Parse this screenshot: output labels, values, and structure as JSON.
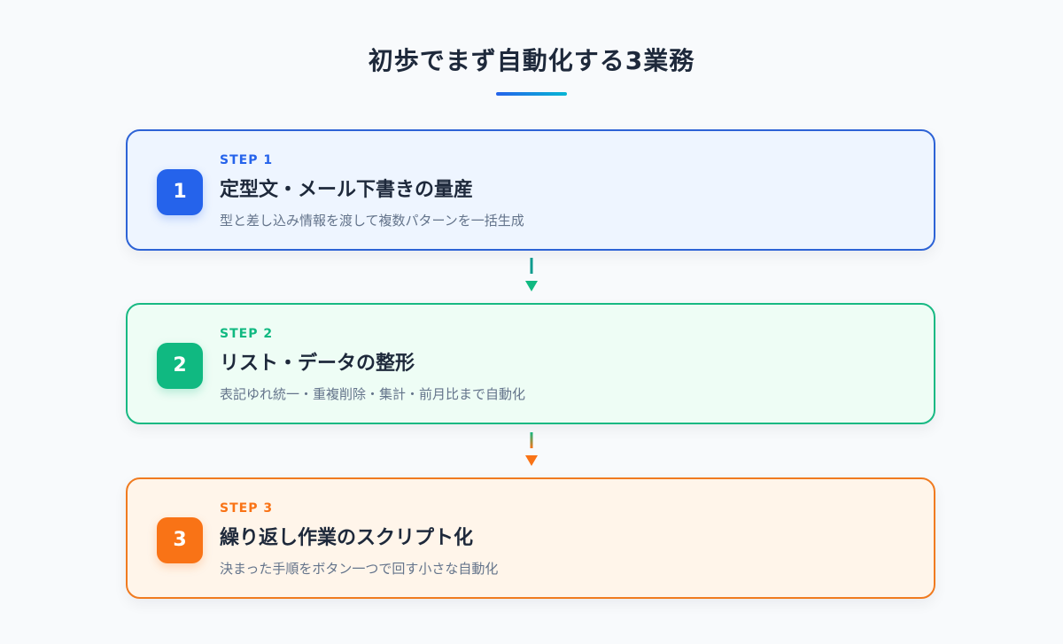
{
  "page": {
    "title": "初歩でまず自動化する3業務"
  },
  "steps": [
    {
      "label": "STEP 1",
      "number": "1",
      "title": "定型文・メール下書きの量産",
      "description": "型と差し込み情報を渡して複数パターンを一括生成",
      "accent_color": "#2563eb"
    },
    {
      "label": "STEP 2",
      "number": "2",
      "title": "リスト・データの整形",
      "description": "表記ゆれ統一・重複削除・集計・前月比まで自動化",
      "accent_color": "#10b981"
    },
    {
      "label": "STEP 3",
      "number": "3",
      "title": "繰り返し作業のスクリプト化",
      "description": "決まった手順をボタン一つで回す小さな自動化",
      "accent_color": "#f97316"
    }
  ],
  "colors": {
    "background": "#f8fafc",
    "title": "#1e293b",
    "description": "#64748b"
  }
}
